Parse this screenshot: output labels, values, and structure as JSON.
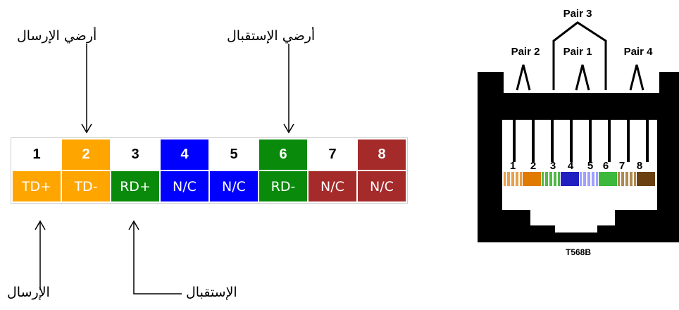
{
  "wiring_table": {
    "pins": [
      {
        "number": "1",
        "signal": "TD+",
        "number_bg": "#ffffff",
        "number_color": "#000000",
        "signal_bg": "#ffa500"
      },
      {
        "number": "2",
        "signal": "TD-",
        "number_bg": "#ffa500",
        "number_color": "#ffffff",
        "signal_bg": "#ffa500"
      },
      {
        "number": "3",
        "signal": "RD+",
        "number_bg": "#ffffff",
        "number_color": "#000000",
        "signal_bg": "#0a8a0a"
      },
      {
        "number": "4",
        "signal": "N/C",
        "number_bg": "#0000ff",
        "number_color": "#ffffff",
        "signal_bg": "#0000ff"
      },
      {
        "number": "5",
        "signal": "N/C",
        "number_bg": "#ffffff",
        "number_color": "#000000",
        "signal_bg": "#0000ff"
      },
      {
        "number": "6",
        "signal": "RD-",
        "number_bg": "#0a8a0a",
        "number_color": "#ffffff",
        "signal_bg": "#0a8a0a"
      },
      {
        "number": "7",
        "signal": "N/C",
        "number_bg": "#ffffff",
        "number_color": "#000000",
        "signal_bg": "#a52a2a"
      },
      {
        "number": "8",
        "signal": "N/C",
        "number_bg": "#a52a2a",
        "number_color": "#ffffff",
        "signal_bg": "#a52a2a"
      }
    ]
  },
  "annotations": {
    "transmit_ground": "أرضي الإرسال",
    "receive_ground": "أرضي الإستقبال",
    "transmit": "الإرسال",
    "receive": "الإستقبال"
  },
  "connector": {
    "pair_labels": [
      "Pair 3",
      "Pair 2",
      "Pair 1",
      "Pair 4"
    ],
    "pin_numbers": [
      "1",
      "2",
      "3",
      "4",
      "5",
      "6",
      "7",
      "8"
    ],
    "standard_label": "T568B",
    "wire_colors": [
      "#e8a04a",
      "#e07a00",
      "#52b848",
      "#2020c0",
      "#a0a0ff",
      "#3cb83c",
      "#b08a50",
      "#6b4010"
    ]
  }
}
